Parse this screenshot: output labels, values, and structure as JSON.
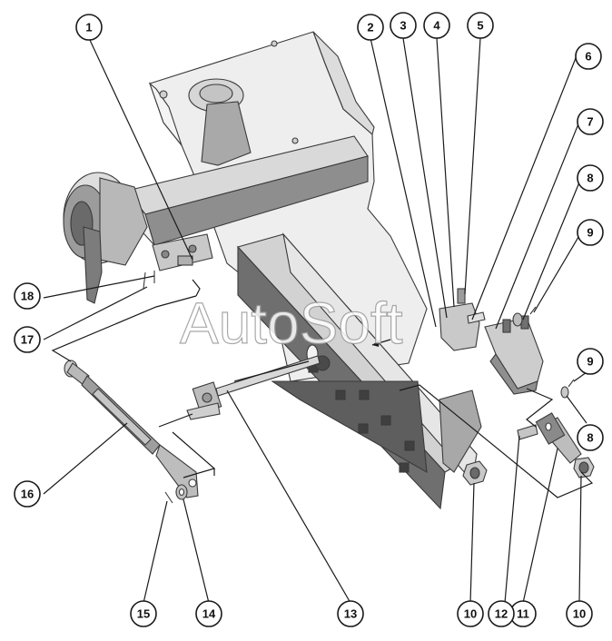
{
  "watermark": "AutoSoft",
  "callouts": [
    "1",
    "2",
    "3",
    "4",
    "5",
    "6",
    "7",
    "8",
    "8",
    "9",
    "9",
    "10",
    "10",
    "11",
    "12",
    "13",
    "14",
    "15",
    "16",
    "17",
    "18"
  ],
  "colors": {
    "light": "#e9e9e9",
    "mid": "#bdbdbd",
    "dark": "#5a5a5a",
    "darker": "#3a3a3a",
    "line": "#1a1a1a"
  }
}
